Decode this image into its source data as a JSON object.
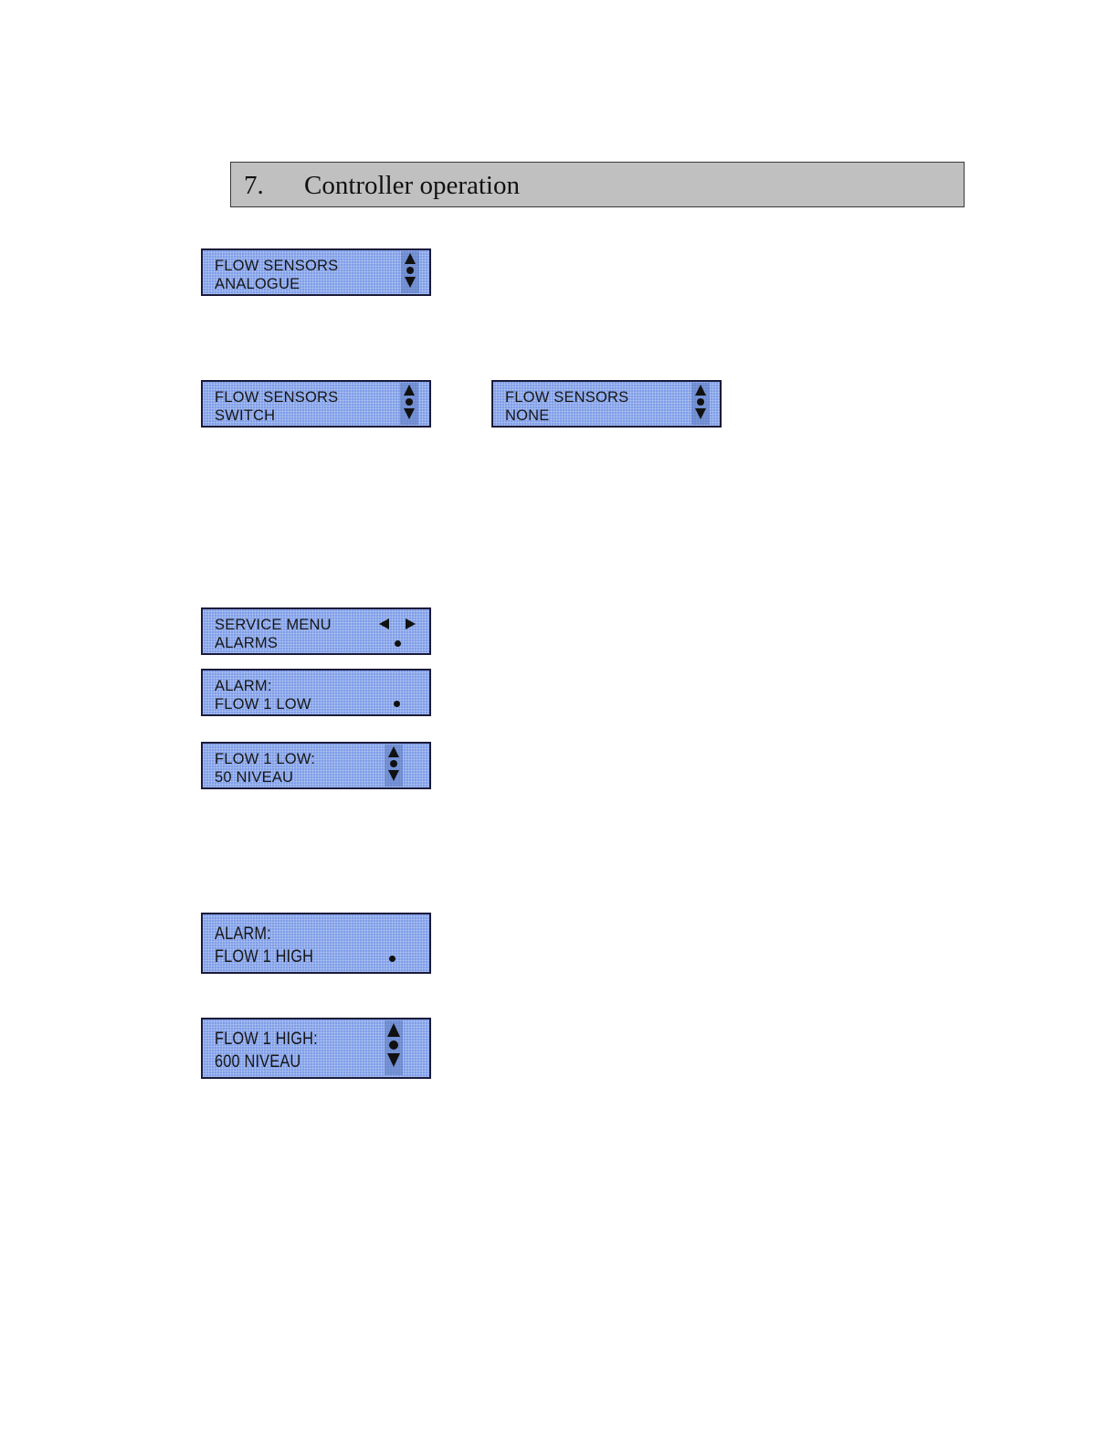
{
  "section": {
    "number": "7.",
    "title": "Controller operation"
  },
  "displays": {
    "flow_sensors_analogue": {
      "line1": "FLOW SENSORS",
      "line2": "ANALOGUE",
      "icon": "up-dot-down-icon"
    },
    "flow_sensors_switch": {
      "line1": "FLOW SENSORS",
      "line2": "SWITCH",
      "icon": "up-dot-down-icon"
    },
    "flow_sensors_none": {
      "line1": "FLOW SENSORS",
      "line2": "NONE",
      "icon": "up-dot-down-icon"
    },
    "service_menu_alarms": {
      "line1": "SERVICE MENU",
      "line2": "ALARMS",
      "icon": "left-right-arrows-icon"
    },
    "alarm_flow1_low": {
      "line1": "ALARM:",
      "line2": "FLOW 1 LOW",
      "icon": "dot-icon"
    },
    "flow1_low_value": {
      "line1": "FLOW 1 LOW:",
      "line2": "50 NIVEAU",
      "icon": "up-dot-down-icon"
    },
    "alarm_flow1_high": {
      "line1": "ALARM:",
      "line2": "FLOW 1 HIGH",
      "icon": "dot-icon"
    },
    "flow1_high_value": {
      "line1": "FLOW 1 HIGH:",
      "line2": "600 NIVEAU",
      "icon": "up-dot-down-icon"
    }
  },
  "colors": {
    "lcd_background": "#7f9ee8",
    "lcd_border": "#1b1b3a",
    "header_background": "#c0c0c0"
  }
}
